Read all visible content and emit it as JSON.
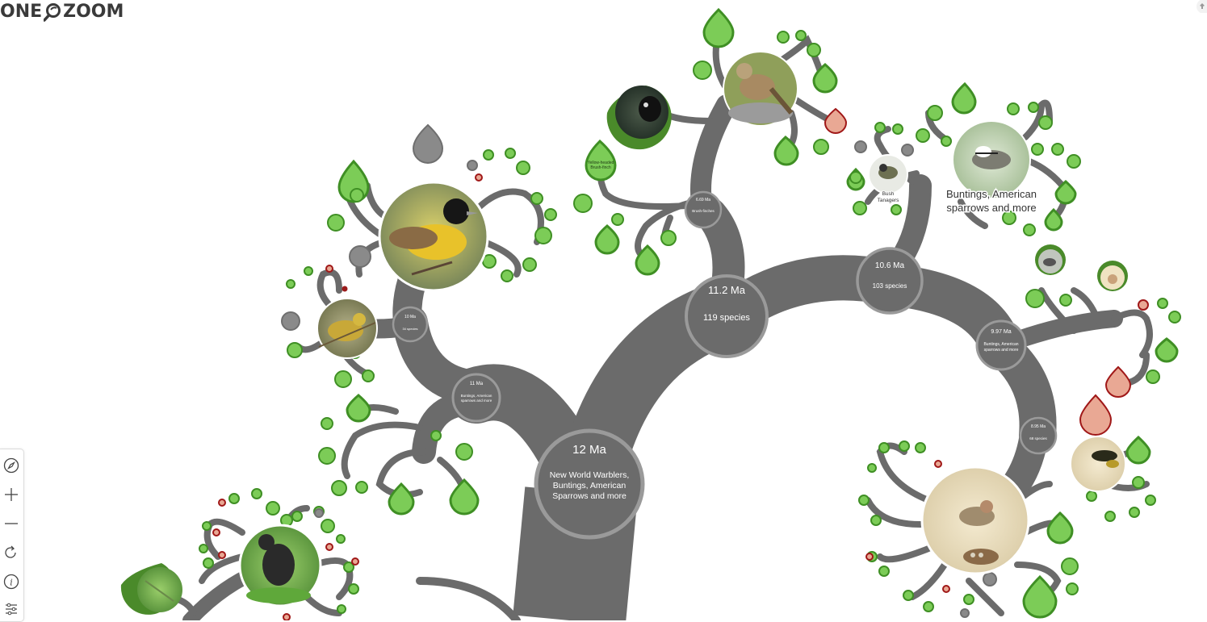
{
  "app": {
    "logo_left": "ONE",
    "logo_right": "ZOOM"
  },
  "colors": {
    "branch": "#6b6b6b",
    "node_ring": "#8f8f8f",
    "leaf_fill": "#7ccc57",
    "leaf_stroke": "#3f8f24",
    "leaf_grey": "#8a8a8a",
    "leaf_red_fill": "#e9a894",
    "leaf_red_stroke": "#a01818",
    "text": "#ffffff"
  },
  "nodes": [
    {
      "id": "root",
      "age": "12 Ma",
      "label": "New World Warblers, Buntings, American Sparrows and more"
    },
    {
      "id": "n112",
      "age": "11.2 Ma",
      "label": "119 species"
    },
    {
      "id": "n106",
      "age": "10.6 Ma",
      "label": "103 species"
    },
    {
      "id": "n997",
      "age": "9.97 Ma",
      "label": "Buntings, American sparrows and more"
    },
    {
      "id": "n895",
      "age": "8.95 Ma",
      "label": "68 species"
    },
    {
      "id": "n11",
      "age": "11 Ma",
      "label": "Buntings, American sparrows and more"
    },
    {
      "id": "n10",
      "age": "10 Ma",
      "label": "34 species"
    },
    {
      "id": "n669",
      "age": "6.69 Ma",
      "label": "Brush-finches"
    }
  ],
  "labels": {
    "buntings_big": "Buntings, American sparrows and more",
    "bush_tanagers": "Bush Tanagers",
    "yellow_headed": "Yellow-headed Brush-finch"
  },
  "toolbar": [
    {
      "name": "compass-icon"
    },
    {
      "name": "zoom-in-icon"
    },
    {
      "name": "zoom-out-icon"
    },
    {
      "name": "reset-icon"
    },
    {
      "name": "info-icon"
    },
    {
      "name": "settings-icon"
    }
  ]
}
